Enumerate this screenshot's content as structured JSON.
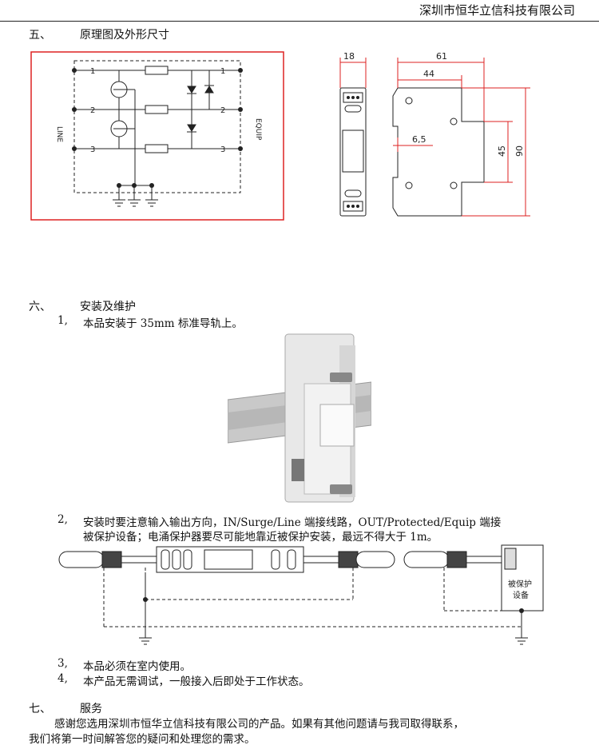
{
  "header": {
    "company": "深圳市恒华立信科技有限公司"
  },
  "section5": {
    "num": "五、",
    "title": "原理图及外形尺寸"
  },
  "schematic": {
    "line_label": "LINE",
    "equip_label": "EQUIP",
    "terminals": [
      "1",
      "2",
      "3"
    ]
  },
  "dimensions": {
    "width_front": "18",
    "depth_total": "61",
    "depth_inner": "44",
    "offset": "6,5",
    "height_inner": "45",
    "height_total": "90"
  },
  "section6": {
    "num": "六、",
    "title": "安装及维护",
    "item1_num": "1,",
    "item1": "本品安装于 35mm 标准导轨上。",
    "item2_num": "2,",
    "item2_line1": "安装时要注意输入输出方向，IN/Surge/Line 端接线路，OUT/Protected/Equip 端接",
    "item2_line2": "被保护设备；电涌保护器要尽可能地靠近被保护安装，最远不得大于 1m。",
    "equipment_label_line1": "被保护",
    "equipment_label_line2": "设备",
    "item3_num": "3,",
    "item3": "本品必须在室内使用。",
    "item4_num": "4,",
    "item4": "本产品无需调试，一般接入后即处于工作状态。"
  },
  "section7": {
    "num": "七、",
    "title": "服务",
    "line1": "感谢您选用深圳市恒华立信科技有限公司的产品。如果有其他问题请与我司取得联系，",
    "line2": "我们将第一时间解答您的疑问和处理您的需求。"
  }
}
